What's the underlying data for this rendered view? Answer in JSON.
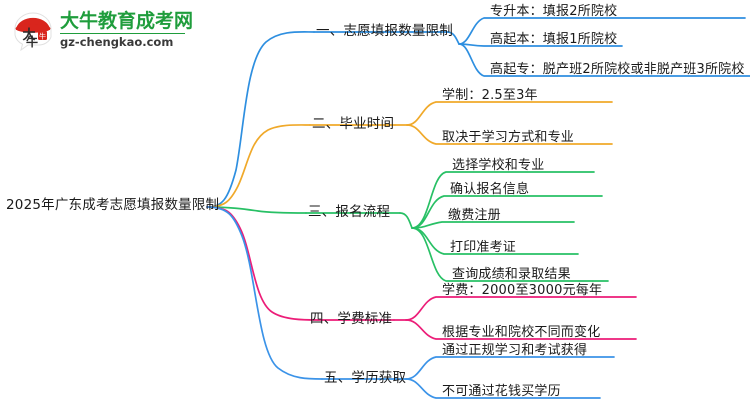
{
  "logo": {
    "name": "大牛教育成考网",
    "domain": "gz-chengkao.com",
    "mark_text": "大牛",
    "brand_green": "#1f9d3c",
    "brand_red": "#d9251d"
  },
  "mindmap": {
    "root": {
      "label": "2025年广东成考志愿填报数量限制"
    },
    "branches": [
      {
        "label": "一、志愿填报数量限制",
        "color": "#2e8fe0",
        "children": [
          {
            "label": "专升本：填报2所院校"
          },
          {
            "label": "高起本：填报1所院校"
          },
          {
            "label": "高起专：脱产班2所院校或非脱产班3所院校"
          }
        ]
      },
      {
        "label": "二、毕业时间",
        "color": "#f0a92a",
        "children": [
          {
            "label": "学制：2.5至3年"
          },
          {
            "label": "取决于学习方式和专业"
          }
        ]
      },
      {
        "label": "三、报名流程",
        "color": "#28c065",
        "children": [
          {
            "label": "选择学校和专业"
          },
          {
            "label": "确认报名信息"
          },
          {
            "label": "缴费注册"
          },
          {
            "label": "打印准考证"
          },
          {
            "label": "查询成绩和录取结果"
          }
        ]
      },
      {
        "label": "四、学费标准",
        "color": "#ec1d78",
        "children": [
          {
            "label": "学费：2000至3000元每年"
          },
          {
            "label": "根据专业和院校不同而变化"
          }
        ]
      },
      {
        "label": "五、学历获取",
        "color": "#3b93e8",
        "children": [
          {
            "label": "通过正规学习和考试获得"
          },
          {
            "label": "不可通过花钱买学历"
          }
        ]
      }
    ]
  }
}
